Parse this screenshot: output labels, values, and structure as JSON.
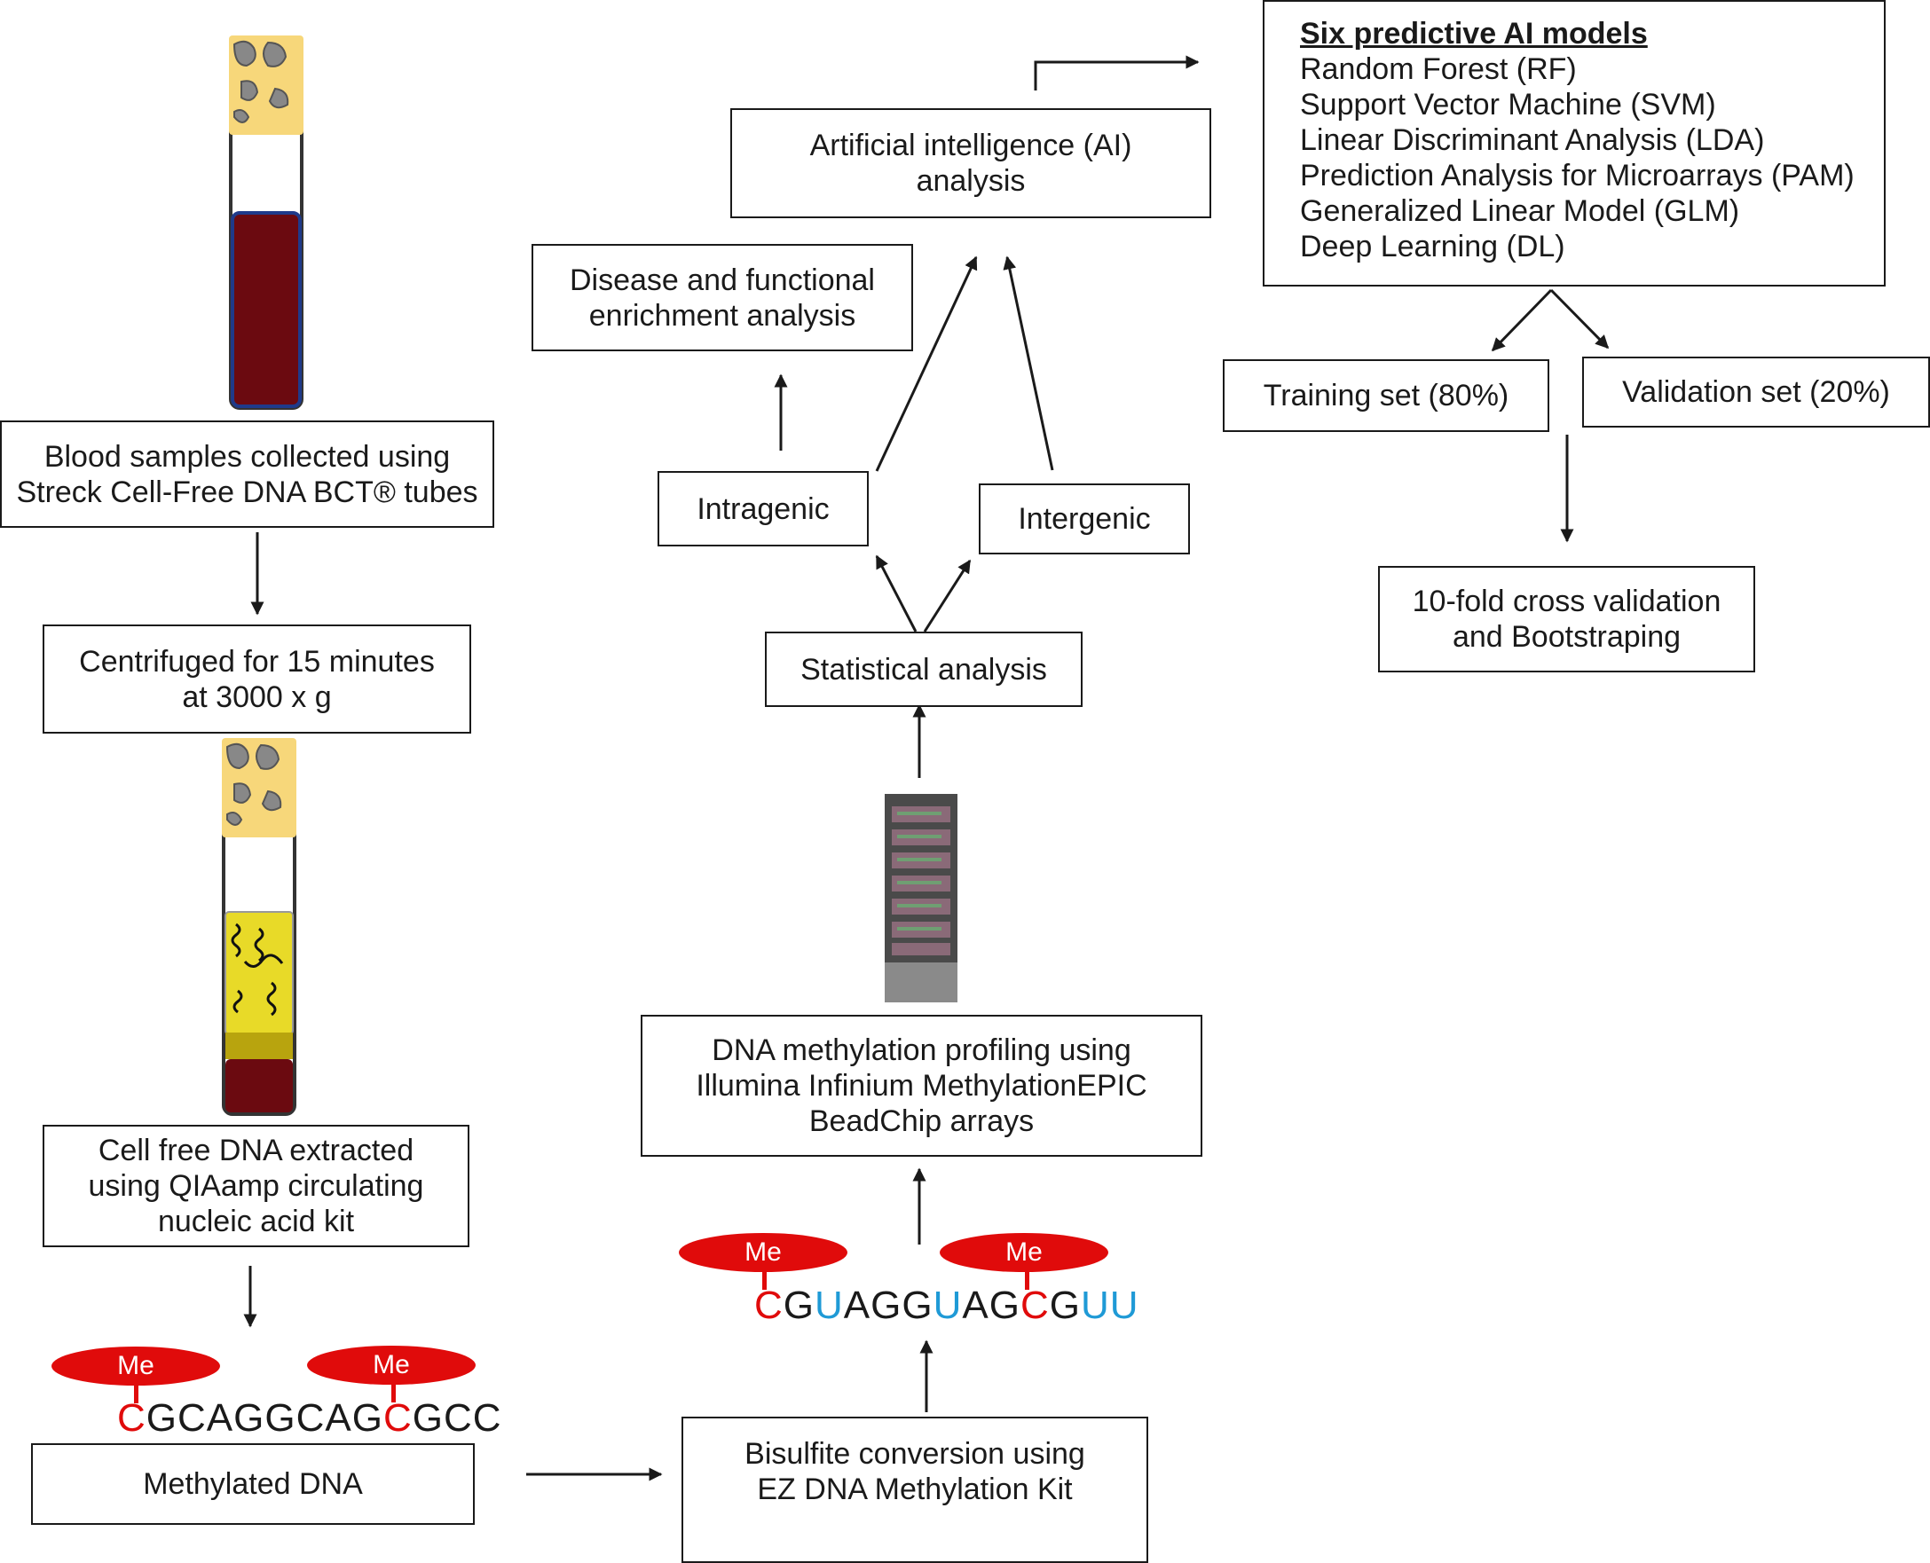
{
  "colors": {
    "methyl": "#e00b0b",
    "uracil": "#1f9ad6",
    "blood": "#6b0a10",
    "plasma": "#e8da28",
    "cap": "#f7d77a"
  },
  "boxes": {
    "blood_samples": [
      "Blood samples collected using",
      "Streck Cell-Free DNA BCT® tubes"
    ],
    "centrifuged": [
      "Centrifuged for 15 minutes",
      "at 3000 x g"
    ],
    "cfdna_extracted": [
      "Cell free DNA extracted",
      "using QIAamp circulating",
      "nucleic acid kit"
    ],
    "methylated_dna": [
      "Methylated DNA"
    ],
    "bisulfite": [
      "Bisulfite conversion using",
      "EZ DNA Methylation Kit"
    ],
    "profiling": [
      "DNA methylation profiling using",
      "Illumina Infinium MethylationEPIC",
      "BeadChip arrays"
    ],
    "statistical": [
      "Statistical analysis"
    ],
    "intragenic": [
      "Intragenic"
    ],
    "intergenic": [
      "Intergenic"
    ],
    "enrichment": [
      "Disease and functional",
      "enrichment analysis"
    ],
    "ai_analysis": [
      "Artificial intelligence (AI)",
      "analysis"
    ],
    "training": [
      "Training set (80%)"
    ],
    "validation": [
      "Validation set (20%)"
    ],
    "crossval": [
      "10-fold cross validation",
      "and Bootstraping"
    ]
  },
  "models": {
    "title": "Six predictive AI models",
    "items": [
      "Random Forest (RF)",
      "Support Vector Machine (SVM)",
      "Linear Discriminant Analysis (LDA)",
      "Prediction Analysis for Microarrays (PAM)",
      "Generalized Linear Model (GLM)",
      "Deep Learning (DL)"
    ]
  },
  "methyl_label": "Me",
  "sequences": {
    "original": [
      {
        "t": "C",
        "c": "methyl"
      },
      {
        "t": "GCAGGCAG",
        "c": "plain"
      },
      {
        "t": "C",
        "c": "methyl"
      },
      {
        "t": "GCC",
        "c": "plain"
      }
    ],
    "converted": [
      {
        "t": "C",
        "c": "methyl"
      },
      {
        "t": "G",
        "c": "plain"
      },
      {
        "t": "U",
        "c": "uracil"
      },
      {
        "t": "AGG",
        "c": "plain"
      },
      {
        "t": "U",
        "c": "uracil"
      },
      {
        "t": "AG",
        "c": "plain"
      },
      {
        "t": "C",
        "c": "methyl"
      },
      {
        "t": "G",
        "c": "plain"
      },
      {
        "t": "UU",
        "c": "uracil"
      }
    ]
  }
}
